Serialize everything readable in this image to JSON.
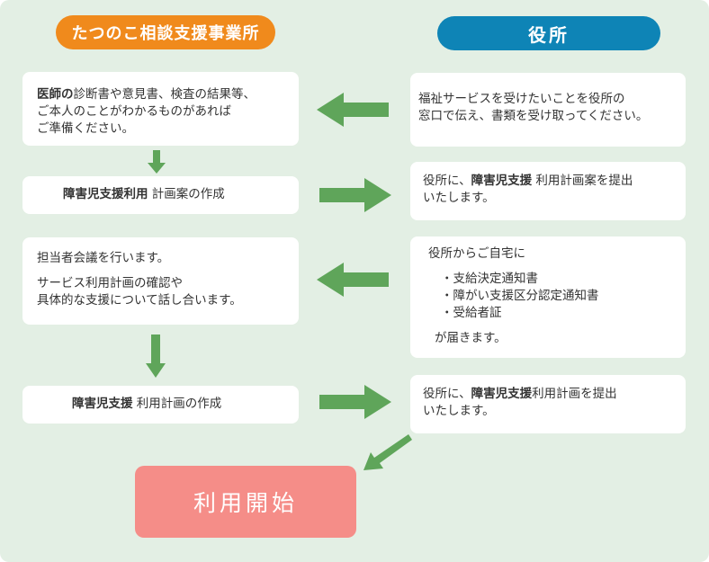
{
  "headers": {
    "agency": "たつのこ相談支援事業所",
    "office": "役所"
  },
  "left_steps": {
    "s1": {
      "line1_bold": "医師の",
      "line1_rest": "診断書や意見書、検査の結果等、",
      "line2": "ご本人のことがわかるものがあれば",
      "line3": "ご準備ください。"
    },
    "s2": {
      "bold": "障害児支援利用",
      "rest": "計画案の作成"
    },
    "s3": {
      "line1": "担当者会議を行います。",
      "line2": "サービス利用計画の確認や",
      "line3": "具体的な支援について話し合います。"
    },
    "s4": {
      "bold": "障害児支援",
      "rest": "利用計画の作成"
    }
  },
  "right_steps": {
    "r1": {
      "line1": "福祉サービスを受けたいことを役所の",
      "line2": "窓口で伝え、書類を受け取ってください。"
    },
    "r2": {
      "line1_pre": "役所に、",
      "line1_bold": "障害児支援",
      "line1_rest": "利用計画案を提出",
      "line2": "いたします。"
    },
    "r3": {
      "intro": "役所からご自宅に",
      "items": [
        "・支給決定通知書",
        "・障がい支援区分認定通知書",
        "・受給者証"
      ],
      "outro": "が届きます。"
    },
    "r4": {
      "line1_pre": "役所に、",
      "line1_bold": "障害児支援",
      "line1_rest": "利用計画を提出",
      "line2": "いたします。"
    }
  },
  "final": {
    "label": "利用開始"
  },
  "colors": {
    "background": "#e3efe4",
    "agency_header": "#f08a1c",
    "office_header": "#0e84b6",
    "arrow": "#5fa55a",
    "final_box": "#f58d88"
  }
}
